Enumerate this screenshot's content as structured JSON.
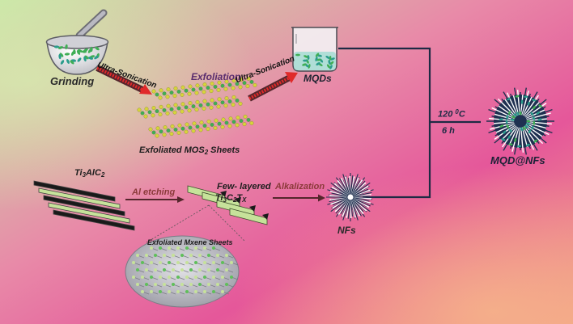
{
  "colors": {
    "background_stops": [
      "#c8e6a6",
      "#e88aa8",
      "#e5579a",
      "#f1a086"
    ],
    "arrow_red": "#e02a2a",
    "arrow_dark": "#55262c",
    "connector_navy": "#1e2a44",
    "mos2_green": "#3fae55",
    "mos2_yellow": "#d7d43a",
    "mxene_green": "#c6e29a",
    "mxene_dark": "#1a1a1a",
    "qd_teal": "#2a9c8c",
    "nf_navy": "#1f3050"
  },
  "icons": [
    "mortar-pestle-icon",
    "beaker-icon",
    "nanoflower-icon",
    "mqd-nanoflower-icon"
  ],
  "labels": {
    "grinding": "Grinding",
    "ultrasonication_1": "Ultra-Sonication",
    "exfoliation": "Exfoliation",
    "ultrasonication_2": "Ultra-Sonication",
    "mqds": "MQDs",
    "exfoliated_mos2": {
      "pre": "Exfoliated MOS",
      "sub": "2",
      "post": " Sheets"
    },
    "temperature": {
      "value": "120 ",
      "sup": "0",
      "unit": "C"
    },
    "time": "6 h",
    "mqd_nfs": "MQD@NFs",
    "ti3alc2": {
      "a": "Ti",
      "a_sub": "3",
      "b": "AlC",
      "b_sub": "2"
    },
    "few_layered": "Few- layered",
    "ti3c2tx": {
      "a": "Ti",
      "a_sub": "3",
      "b": "C",
      "b_sub": "2",
      "c": "T",
      "c_sub": "X"
    },
    "al_etching": "Al etching",
    "alkalization": "Alkalization",
    "nfs": "NFs",
    "exfoliated_mxene": "Exfoliated Mxene Sheets"
  }
}
